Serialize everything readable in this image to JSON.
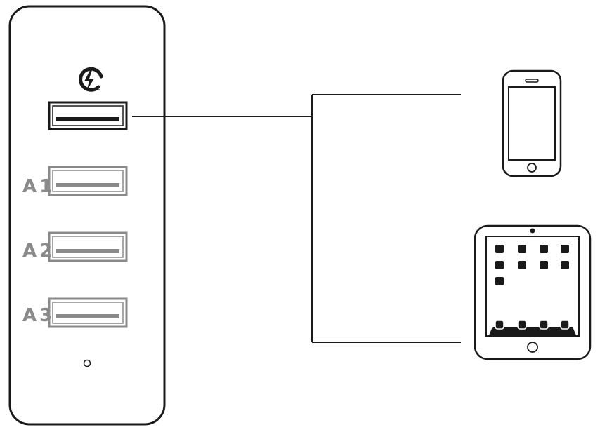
{
  "colors": {
    "outline": "#1a1a1a",
    "standard_port": "#8a8a8a",
    "background": "#ffffff"
  },
  "charger": {
    "quick_charge_icon": "quick-charge-bolt-icon",
    "quick_charge_port": {
      "icon": "usb-port-icon"
    },
    "ports": [
      {
        "label": "A1",
        "icon": "usb-port-icon"
      },
      {
        "label": "A2",
        "icon": "usb-port-icon"
      },
      {
        "label": "A3",
        "icon": "usb-port-icon"
      }
    ],
    "indicator": "led-indicator-icon"
  },
  "devices": [
    {
      "icon": "smartphone-icon"
    },
    {
      "icon": "tablet-icon"
    }
  ]
}
